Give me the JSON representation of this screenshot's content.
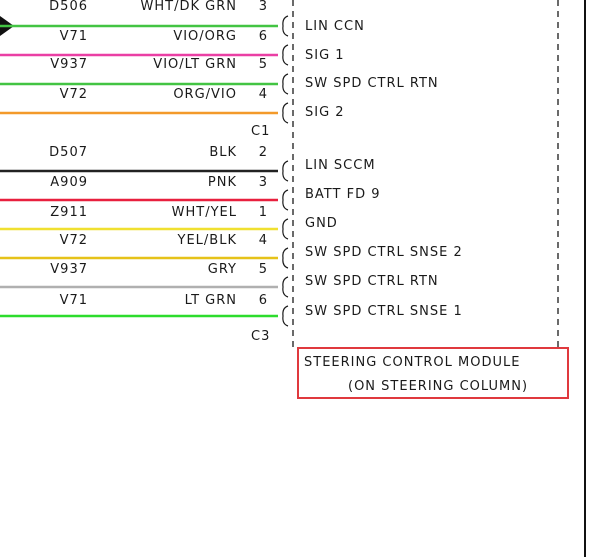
{
  "wires": [
    {
      "id": "D506",
      "color_name": "WHT/DK GRN",
      "pin": "3",
      "signal": "LIN CCN",
      "color": "#43c443"
    },
    {
      "id": "V71",
      "color_name": "VIO/ORG",
      "pin": "6",
      "signal": "SIG 1",
      "color": "#ea3fa4"
    },
    {
      "id": "V937",
      "color_name": "VIO/LT GRN",
      "pin": "5",
      "signal": "SW SPD CTRL RTN",
      "color": "#43c443"
    },
    {
      "id": "V72",
      "color_name": "ORG/VIO",
      "pin": "4",
      "signal": "SIG 2",
      "color": "#f39a2a"
    },
    {
      "id": "D507",
      "color_name": "BLK",
      "pin": "2",
      "signal": "LIN SCCM",
      "color": "#222222"
    },
    {
      "id": "A909",
      "color_name": "PNK",
      "pin": "3",
      "signal": "BATT FD 9",
      "color": "#e8203e"
    },
    {
      "id": "Z911",
      "color_name": "WHT/YEL",
      "pin": "1",
      "signal": "GND",
      "color": "#f0e030"
    },
    {
      "id": "V72",
      "color_name": "YEL/BLK",
      "pin": "4",
      "signal": "SW SPD CTRL SNSE 2",
      "color": "#e6c219"
    },
    {
      "id": "V937",
      "color_name": "GRY",
      "pin": "5",
      "signal": "SW SPD CTRL RTN",
      "color": "#b0b0b0"
    },
    {
      "id": "V71",
      "color_name": "LT GRN",
      "pin": "6",
      "signal": "SW SPD CTRL SNSE 1",
      "color": "#2ddc2d"
    }
  ],
  "connectors": [
    "C1",
    "C3"
  ],
  "module": {
    "line1": "STEERING CONTROL MODULE",
    "line2": "(ON STEERING COLUMN)",
    "highlight_color": "#e0393e"
  }
}
